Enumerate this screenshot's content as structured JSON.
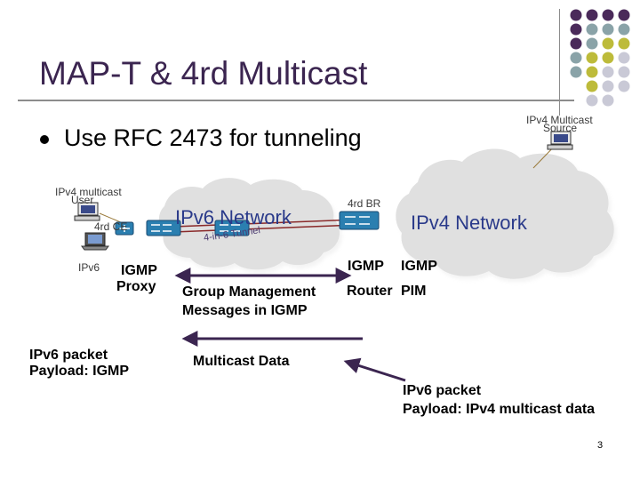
{
  "slide": {
    "title": "MAP-T & 4rd Multicast",
    "bullet": "Use RFC 2473 for tunneling",
    "page_number": "3"
  },
  "diagram": {
    "ipv4_source_label_1": "IPv4 Multicast",
    "ipv4_source_label_2": "Source",
    "ipv4_user_label_1": "IPv4 multicast",
    "ipv4_user_label_2": "User",
    "ce_label": "4rd CE",
    "br_label": "4rd BR",
    "ipv6_network": "IPv6 Network",
    "ipv4_network": "IPv4 Network",
    "tunnel_label": "4-in-6 Tunnel",
    "ipv6_label": "IPv6",
    "igmp_proxy_1": "IGMP",
    "igmp_proxy_2": "Proxy",
    "br_igmp": "IGMP",
    "br_router": "Router",
    "pim_igmp": "IGMP",
    "pim_label": "PIM",
    "group_mgmt_1": "Group Management",
    "group_mgmt_2": "Messages in IGMP",
    "multicast_data": "Multicast Data",
    "left_packet_1": "IPv6 packet",
    "left_packet_2": "Payload: IGMP",
    "right_packet_1": "IPv6 packet",
    "right_packet_2": "Payload: IPv4 multicast data"
  },
  "colors": {
    "title": "#3b2550",
    "purple_dot": "#4a2a5a",
    "teal_dot": "#8aa3a8",
    "olive_dot": "#bdbb3a",
    "grey_dot": "#c9c9d6",
    "cloud": "#dedede",
    "router": "#2b7fb0",
    "arrow": "#3b2550"
  }
}
